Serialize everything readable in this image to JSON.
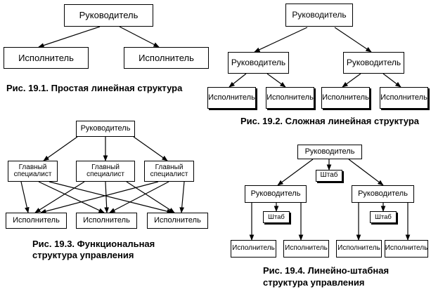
{
  "captions": {
    "fig1": "Рис. 19.1. Простая линейная структура",
    "fig2": "Рис. 19.2. Сложная линейная структура",
    "fig3_line1": "Рис. 19.3. Функциональная",
    "fig3_line2": "структура управления",
    "fig4_line1": "Рис. 19.4. Линейно-штабная",
    "fig4_line2": "структура управления"
  },
  "labels": {
    "manager": "Руководитель",
    "executor": "Исполнитель",
    "chief_specialist": "Главный\nспециалист",
    "staff": "Штаб"
  }
}
